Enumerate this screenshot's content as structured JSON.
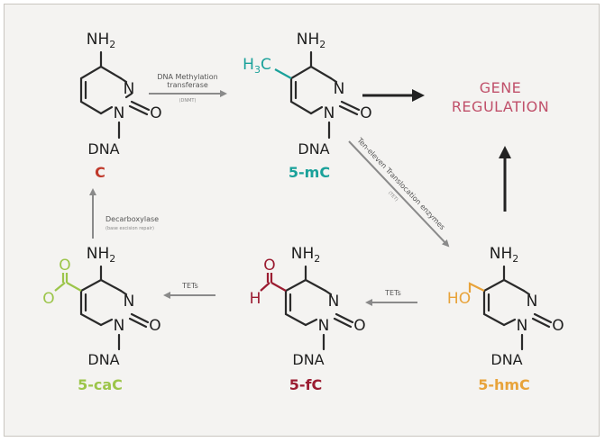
{
  "colors": {
    "C": "#c0392b",
    "mC": "#1aa19a",
    "hmC": "#e8a33a",
    "fC": "#9b1c31",
    "caC": "#9cc54a",
    "gene": "#c0506a"
  },
  "atoms": {
    "nh2": "NH",
    "two": "2",
    "n": "N",
    "o": "O",
    "dna": "DNA"
  },
  "molecules": [
    {
      "id": "C",
      "label": "C"
    },
    {
      "id": "5mC",
      "label": "5-mC",
      "substituent": "H",
      "substituent_sub": "3",
      "substituent_tail": "C"
    },
    {
      "id": "5hmC",
      "label": "5-hmC",
      "substituent": "HO"
    },
    {
      "id": "5fC",
      "label": "5-fC",
      "substituent_o": "O",
      "substituent_h": "H"
    },
    {
      "id": "5caC",
      "label": "5-caC",
      "substituent_o1": "O",
      "substituent_o2": "O"
    }
  ],
  "arrows": {
    "dnmt_line1": "DNA Methylation",
    "dnmt_line2": "transferase",
    "dnmt_line3": "(DNMT)",
    "tet_long_line1": "Ten-eleven Translocation enzymes",
    "tet_long_line2": "(TET)",
    "tet1": "TETs",
    "tet2": "TETs",
    "decarb_line1": "Decarboxylase",
    "decarb_line2": "(base excision repair)"
  },
  "gene_regulation": {
    "line1": "GENE",
    "line2": "REGULATION"
  }
}
